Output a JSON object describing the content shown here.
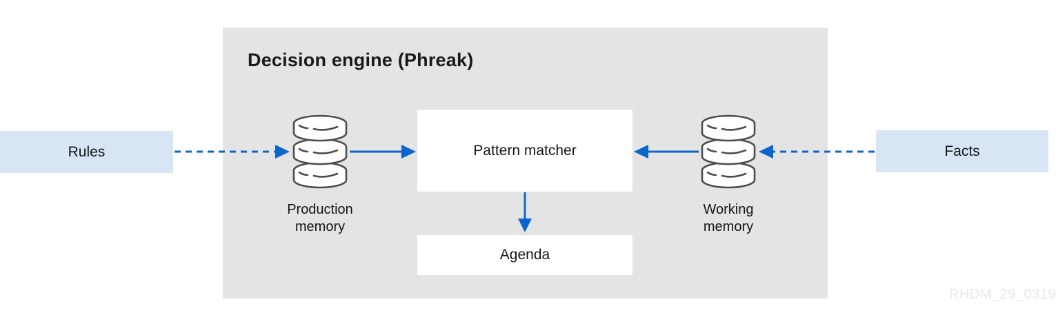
{
  "panel": {
    "title": "Decision engine (Phreak)"
  },
  "external_nodes": {
    "rules": {
      "label": "Rules"
    },
    "facts": {
      "label": "Facts"
    }
  },
  "inner_nodes": {
    "pattern_matcher": {
      "label": "Pattern matcher"
    },
    "agenda": {
      "label": "Agenda"
    }
  },
  "memory_stores": {
    "production": {
      "label": "Production\nmemory",
      "icon": "database-icon"
    },
    "working": {
      "label": "Working\nmemory",
      "icon": "database-icon"
    }
  },
  "arrows": [
    {
      "name": "rules-to-production-memory",
      "style": "dashed",
      "direction": "right"
    },
    {
      "name": "production-memory-to-pattern-matcher",
      "style": "solid",
      "direction": "right"
    },
    {
      "name": "working-memory-to-pattern-matcher",
      "style": "solid",
      "direction": "left"
    },
    {
      "name": "facts-to-working-memory",
      "style": "dashed",
      "direction": "left"
    },
    {
      "name": "pattern-matcher-to-agenda",
      "style": "solid",
      "direction": "down"
    }
  ],
  "watermark": "RHDM_29_0319",
  "colors": {
    "panel_bg": "#e4e4e4",
    "external_box_bg": "#d7e5f5",
    "inner_box_bg": "#ffffff",
    "arrow_blue": "#0b66cc",
    "text_dark": "#151515",
    "icon_stroke": "#4d4d4d",
    "watermark_gray": "#e7e7e7"
  }
}
